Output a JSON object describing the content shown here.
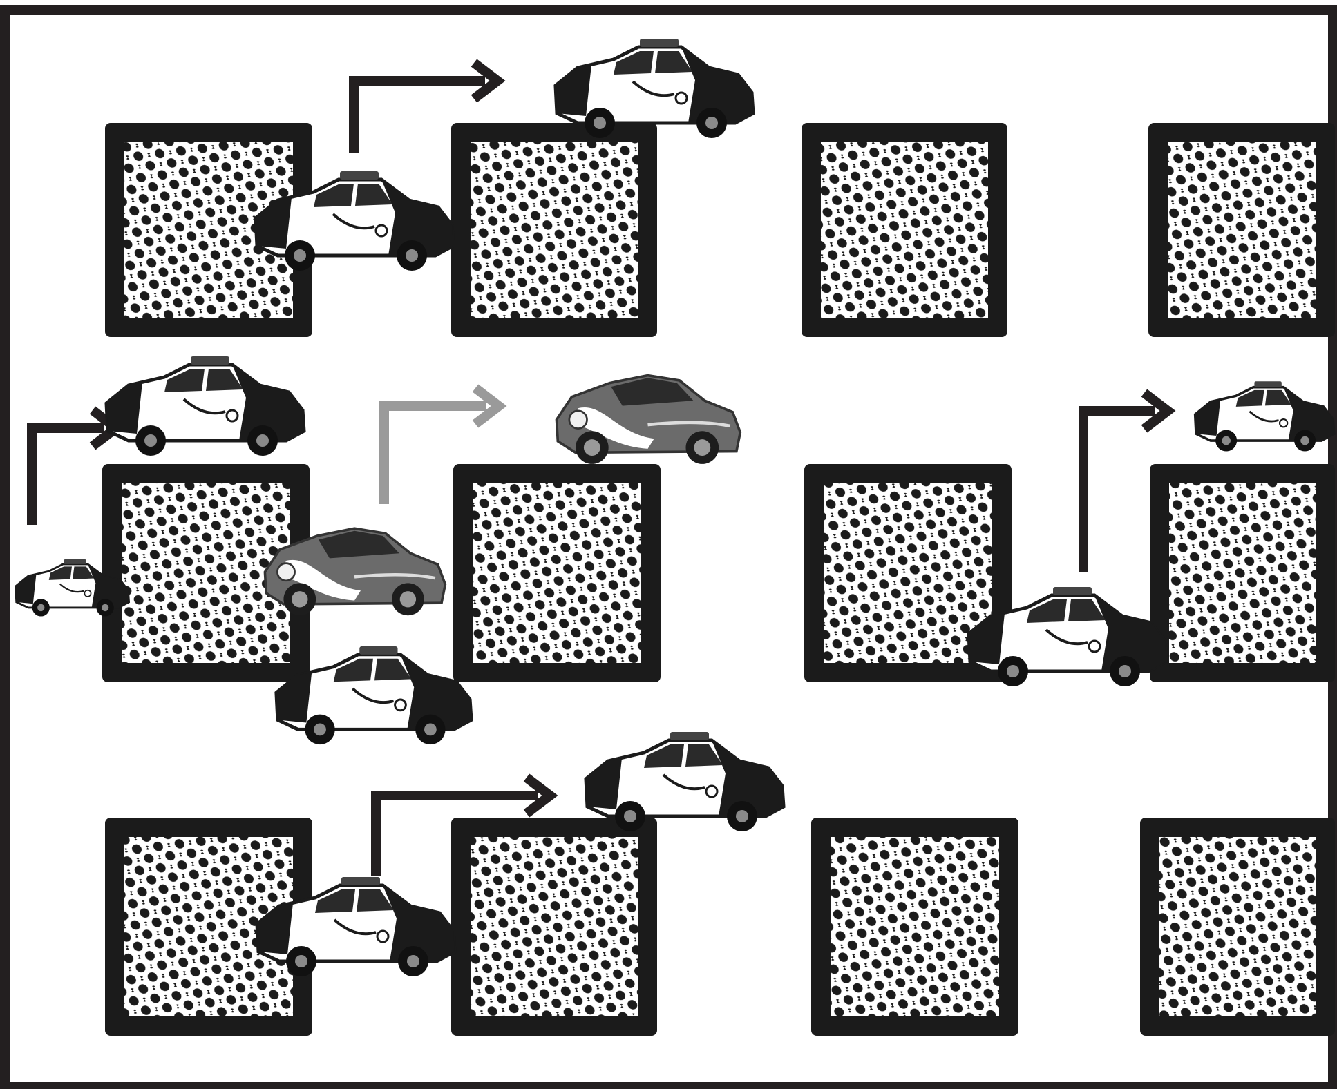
{
  "diagram": {
    "grid": {
      "rows": 3,
      "columns": 4,
      "block_pattern": "halftone-dots"
    },
    "vehicle_types": {
      "police": "police-car",
      "rally": "rally-car"
    },
    "colors": {
      "frame": "#231f20",
      "block": "#1b1b1b",
      "arrow_dark": "#231f20",
      "arrow_gray": "#9a9a9a",
      "background": "#ffffff"
    },
    "scene_groups": [
      {
        "id": "top-left",
        "arrow": "dark",
        "from_vehicle": "police",
        "to_vehicle": "police"
      },
      {
        "id": "middle-left",
        "arrow": "dark",
        "from_vehicle": "police",
        "to_vehicle": "police"
      },
      {
        "id": "middle-center",
        "arrow": "gray",
        "from_vehicle": "rally",
        "to_vehicle": "rally"
      },
      {
        "id": "middle-right",
        "arrow": "dark",
        "from_vehicle": "police",
        "to_vehicle": "police"
      },
      {
        "id": "bottom-left",
        "arrow": "dark",
        "from_vehicle": "police",
        "to_vehicle": "police"
      }
    ],
    "extra_vehicles": [
      {
        "id": "below-middle",
        "vehicle": "police"
      }
    ]
  }
}
